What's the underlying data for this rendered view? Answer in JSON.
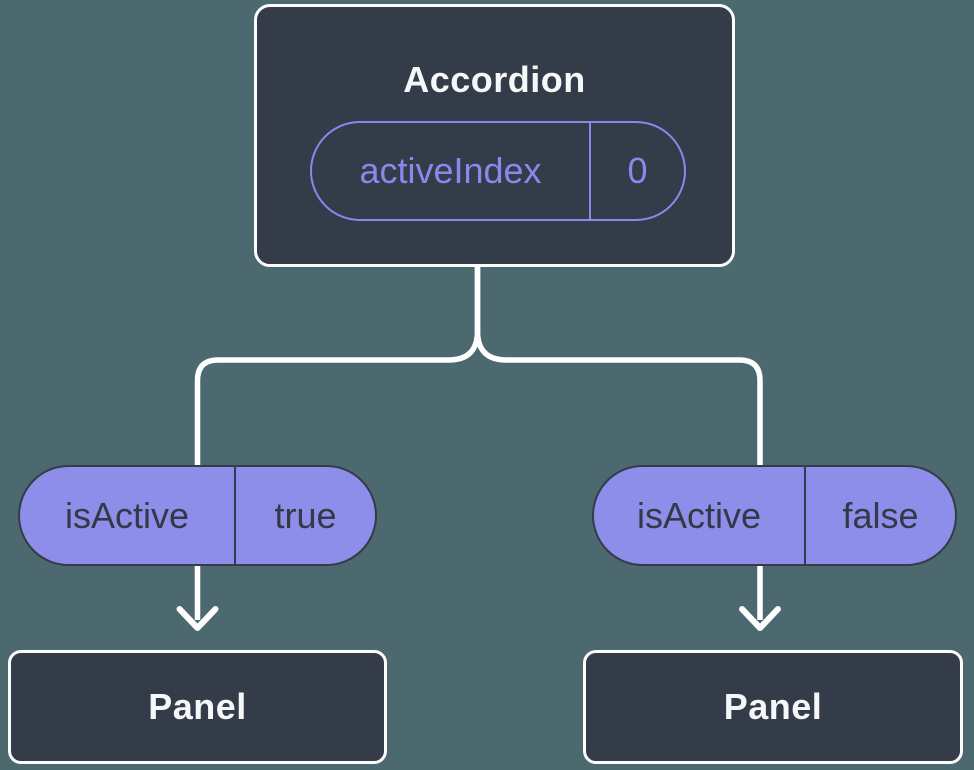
{
  "diagram": {
    "background_color": "#4d6970",
    "node_fill_color": "#343b49",
    "node_border_color": "#fcfcfc",
    "pill_fill_color": "#8c8ee9",
    "pill_outline_color": "#8789ec",
    "connector_color": "#ffffff",
    "root": {
      "title": "Accordion",
      "state_pill": {
        "label": "activeIndex",
        "value": "0"
      }
    },
    "branches": [
      {
        "prop_pill": {
          "label": "isActive",
          "value": "true"
        },
        "child": {
          "title": "Panel"
        }
      },
      {
        "prop_pill": {
          "label": "isActive",
          "value": "false"
        },
        "child": {
          "title": "Panel"
        }
      }
    ]
  }
}
